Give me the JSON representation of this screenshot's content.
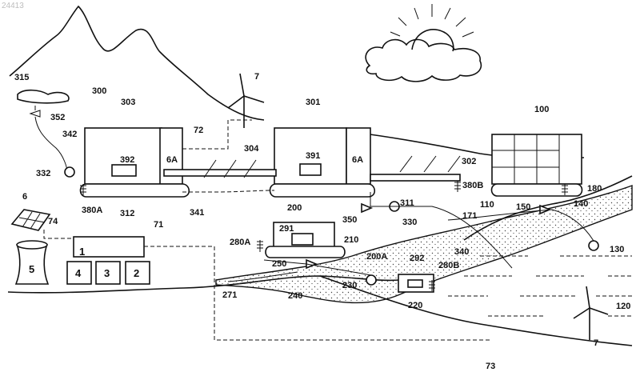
{
  "watermark": "24413",
  "labels": {
    "l1": "1",
    "l2": "2",
    "l3": "3",
    "l4": "4",
    "l5": "5",
    "l6": "6",
    "l6A_left": "6A",
    "l6A_right": "6A",
    "l7_top": "7",
    "l7_bottom": "7",
    "l71": "71",
    "l72": "72",
    "l73": "73",
    "l74": "74",
    "l100": "100",
    "l110": "110",
    "l120": "120",
    "l130": "130",
    "l140": "140",
    "l150": "150",
    "l171": "171",
    "l180": "180",
    "l200": "200",
    "l200A": "200A",
    "l210": "210",
    "l220": "220",
    "l230": "230",
    "l240": "240",
    "l250": "250",
    "l271": "271",
    "l280A": "280A",
    "l280B": "280B",
    "l291": "291",
    "l292": "292",
    "l300": "300",
    "l301": "301",
    "l302": "302",
    "l303": "303",
    "l304": "304",
    "l311": "311",
    "l312": "312",
    "l315": "315",
    "l330": "330",
    "l332": "332",
    "l340": "340",
    "l341": "341",
    "l342": "342",
    "l350": "350",
    "l352": "352",
    "l380A": "380A",
    "l380B": "380B",
    "l391": "391",
    "l392": "392"
  }
}
